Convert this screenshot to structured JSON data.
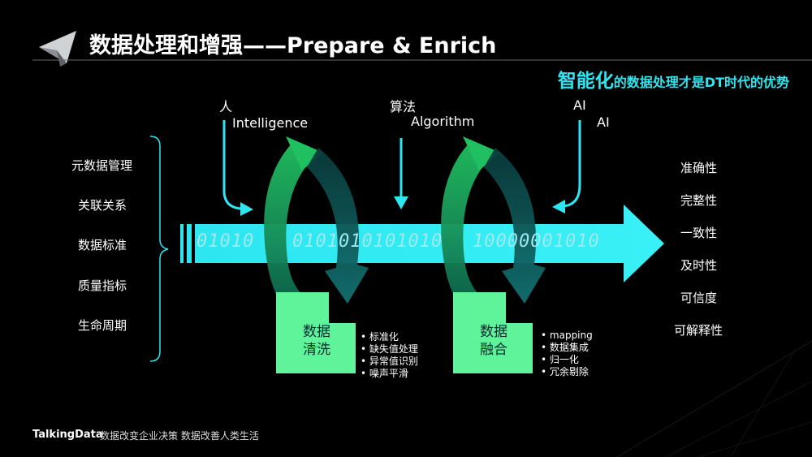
{
  "title": "数据处理和增强——Prepare & Enrich",
  "subtitle": {
    "highlight": "智能化",
    "rest": "的数据处理才是DT时代的优势"
  },
  "inputs": {
    "person": {
      "cn": "人",
      "en": "Intelligence"
    },
    "algorithm": {
      "cn": "算法",
      "en": "Algorithm"
    },
    "ai": {
      "top": "AI",
      "bottom": "AI"
    }
  },
  "left_items": [
    "元数据管理",
    "关联关系",
    "数据标准",
    "质量指标",
    "生命周期"
  ],
  "right_items": [
    "准确性",
    "完整性",
    "一致性",
    "及时性",
    "可信度",
    "可解释性"
  ],
  "bit_strings": [
    "01010",
    "0101010101010",
    "10000001010"
  ],
  "processes": [
    {
      "line1": "数据",
      "line2": "清洗",
      "bullets": [
        "标准化",
        "缺失值处理",
        "异常值识别",
        "噪声平滑"
      ]
    },
    {
      "line1": "数据",
      "line2": "融合",
      "bullets": [
        "mapping",
        "数据集成",
        "归一化",
        "冗余剔除"
      ]
    }
  ],
  "footer": {
    "brand": "TalkingData",
    "slogan": "数据改变企业决策 数据改善人类生活"
  },
  "colors": {
    "accent": "#2ee6f0",
    "arrow_light": "#5ff39a",
    "arrow_dark": "#0e6e6a",
    "bg": "#000000"
  }
}
